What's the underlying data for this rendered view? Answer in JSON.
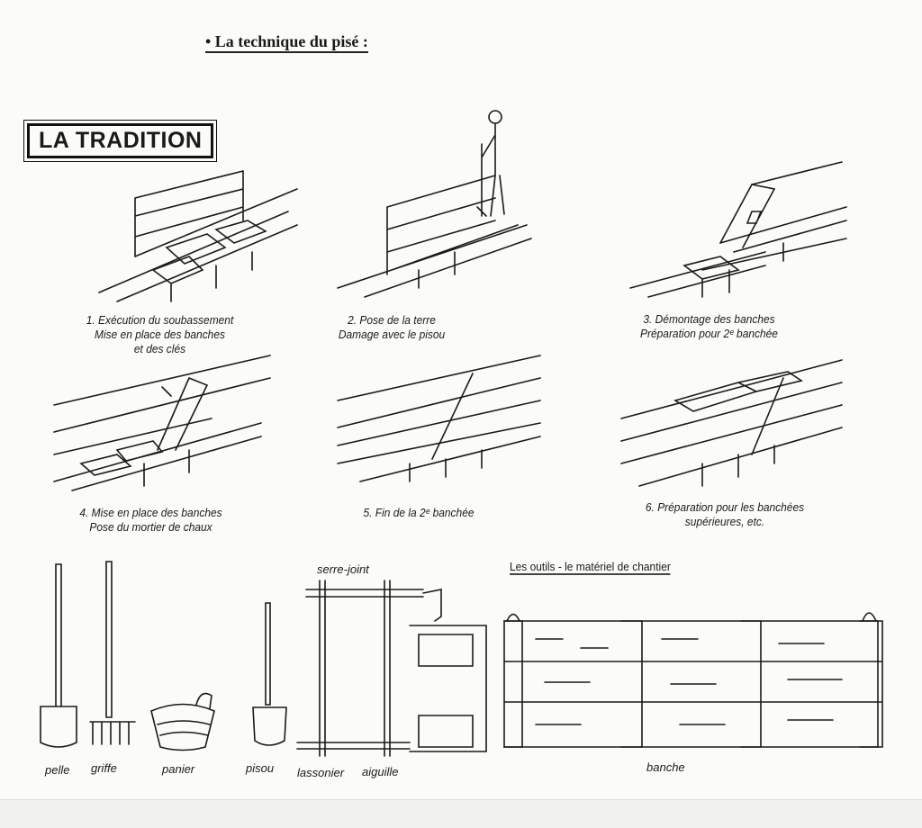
{
  "heading": "• La technique du pisé :",
  "section_title": "LA TRADITION",
  "steps": [
    {
      "lines": [
        "1. Exécution du soubassement",
        "Mise en place des banches",
        "et des clés"
      ]
    },
    {
      "lines": [
        "2. Pose de la terre",
        "Damage avec le pisou"
      ]
    },
    {
      "lines": [
        "3. Démontage des banches",
        "Préparation pour 2ᵉ banchée"
      ]
    },
    {
      "lines": [
        "4. Mise en place des banches",
        "Pose du mortier de chaux"
      ]
    },
    {
      "lines": [
        "5. Fin de la 2ᵉ banchée"
      ]
    },
    {
      "lines": [
        "6. Préparation pour les banchées",
        "supérieures, etc."
      ]
    }
  ],
  "tools_title": "Les outils - le matériel de chantier",
  "tools": {
    "pelle": "pelle",
    "griffe": "griffe",
    "panier": "panier",
    "pisou": "pisou",
    "serre_joint": "serre-joint",
    "lassonier": "lassonier",
    "aiguille": "aiguille",
    "banche": "banche"
  }
}
